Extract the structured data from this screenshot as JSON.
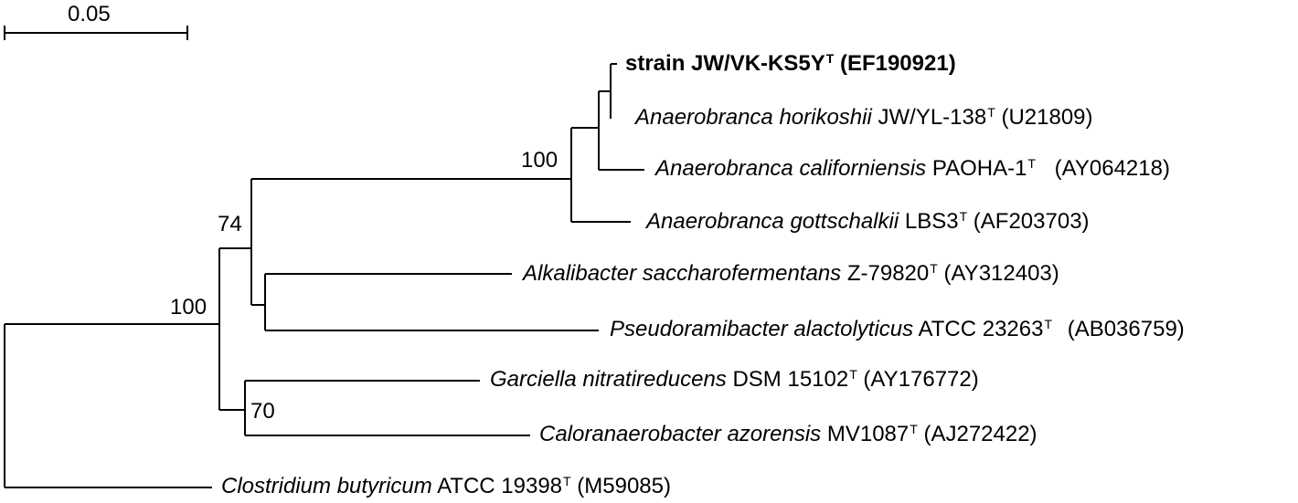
{
  "scale_bar": {
    "label": "0.05"
  },
  "bootstrap": {
    "anaerobranca_clade": "100",
    "ingroup": "74",
    "root_clade": "100",
    "garciella_calor": "70"
  },
  "taxa": [
    {
      "id": "strain",
      "italic": "",
      "name": "strain JW/VK-KS5Y",
      "type": "T",
      "acc": " (EF190921)",
      "bold": true
    },
    {
      "id": "horikoshii",
      "italic": "Anaerobranca horikoshii",
      "name": " JW/YL-138",
      "type": "T",
      "acc": " (U21809)"
    },
    {
      "id": "californiensis",
      "italic": "Anaerobranca californiensis",
      "name": " PAOHA-1",
      "type": "T",
      "acc": " (AY064218)"
    },
    {
      "id": "gottschalkii",
      "italic": "Anaerobranca gottschalkii",
      "name": " LBS3",
      "type": "T",
      "acc": " (AF203703)"
    },
    {
      "id": "alkalibacter",
      "italic": "Alkalibacter saccharofermentans",
      "name": " Z-79820",
      "type": "T",
      "acc": " (AY312403)"
    },
    {
      "id": "pseudoramibacter",
      "italic": "Pseudoramibacter alactolyticus",
      "name": " ATCC 23263",
      "type": "T",
      "acc": " (AB036759)"
    },
    {
      "id": "garciella",
      "italic": "Garciella nitratireducens",
      "name": " DSM 15102",
      "type": "T",
      "acc": " (AY176772)"
    },
    {
      "id": "caloranaerobacter",
      "italic": "Caloranaerobacter azorensis",
      "name": " MV1087",
      "type": "T",
      "acc": " (AJ272422)"
    },
    {
      "id": "clostridium",
      "italic": "Clostridium butyricum",
      "name": " ATCC 19398",
      "type": "T",
      "acc": " (M59085)"
    }
  ]
}
